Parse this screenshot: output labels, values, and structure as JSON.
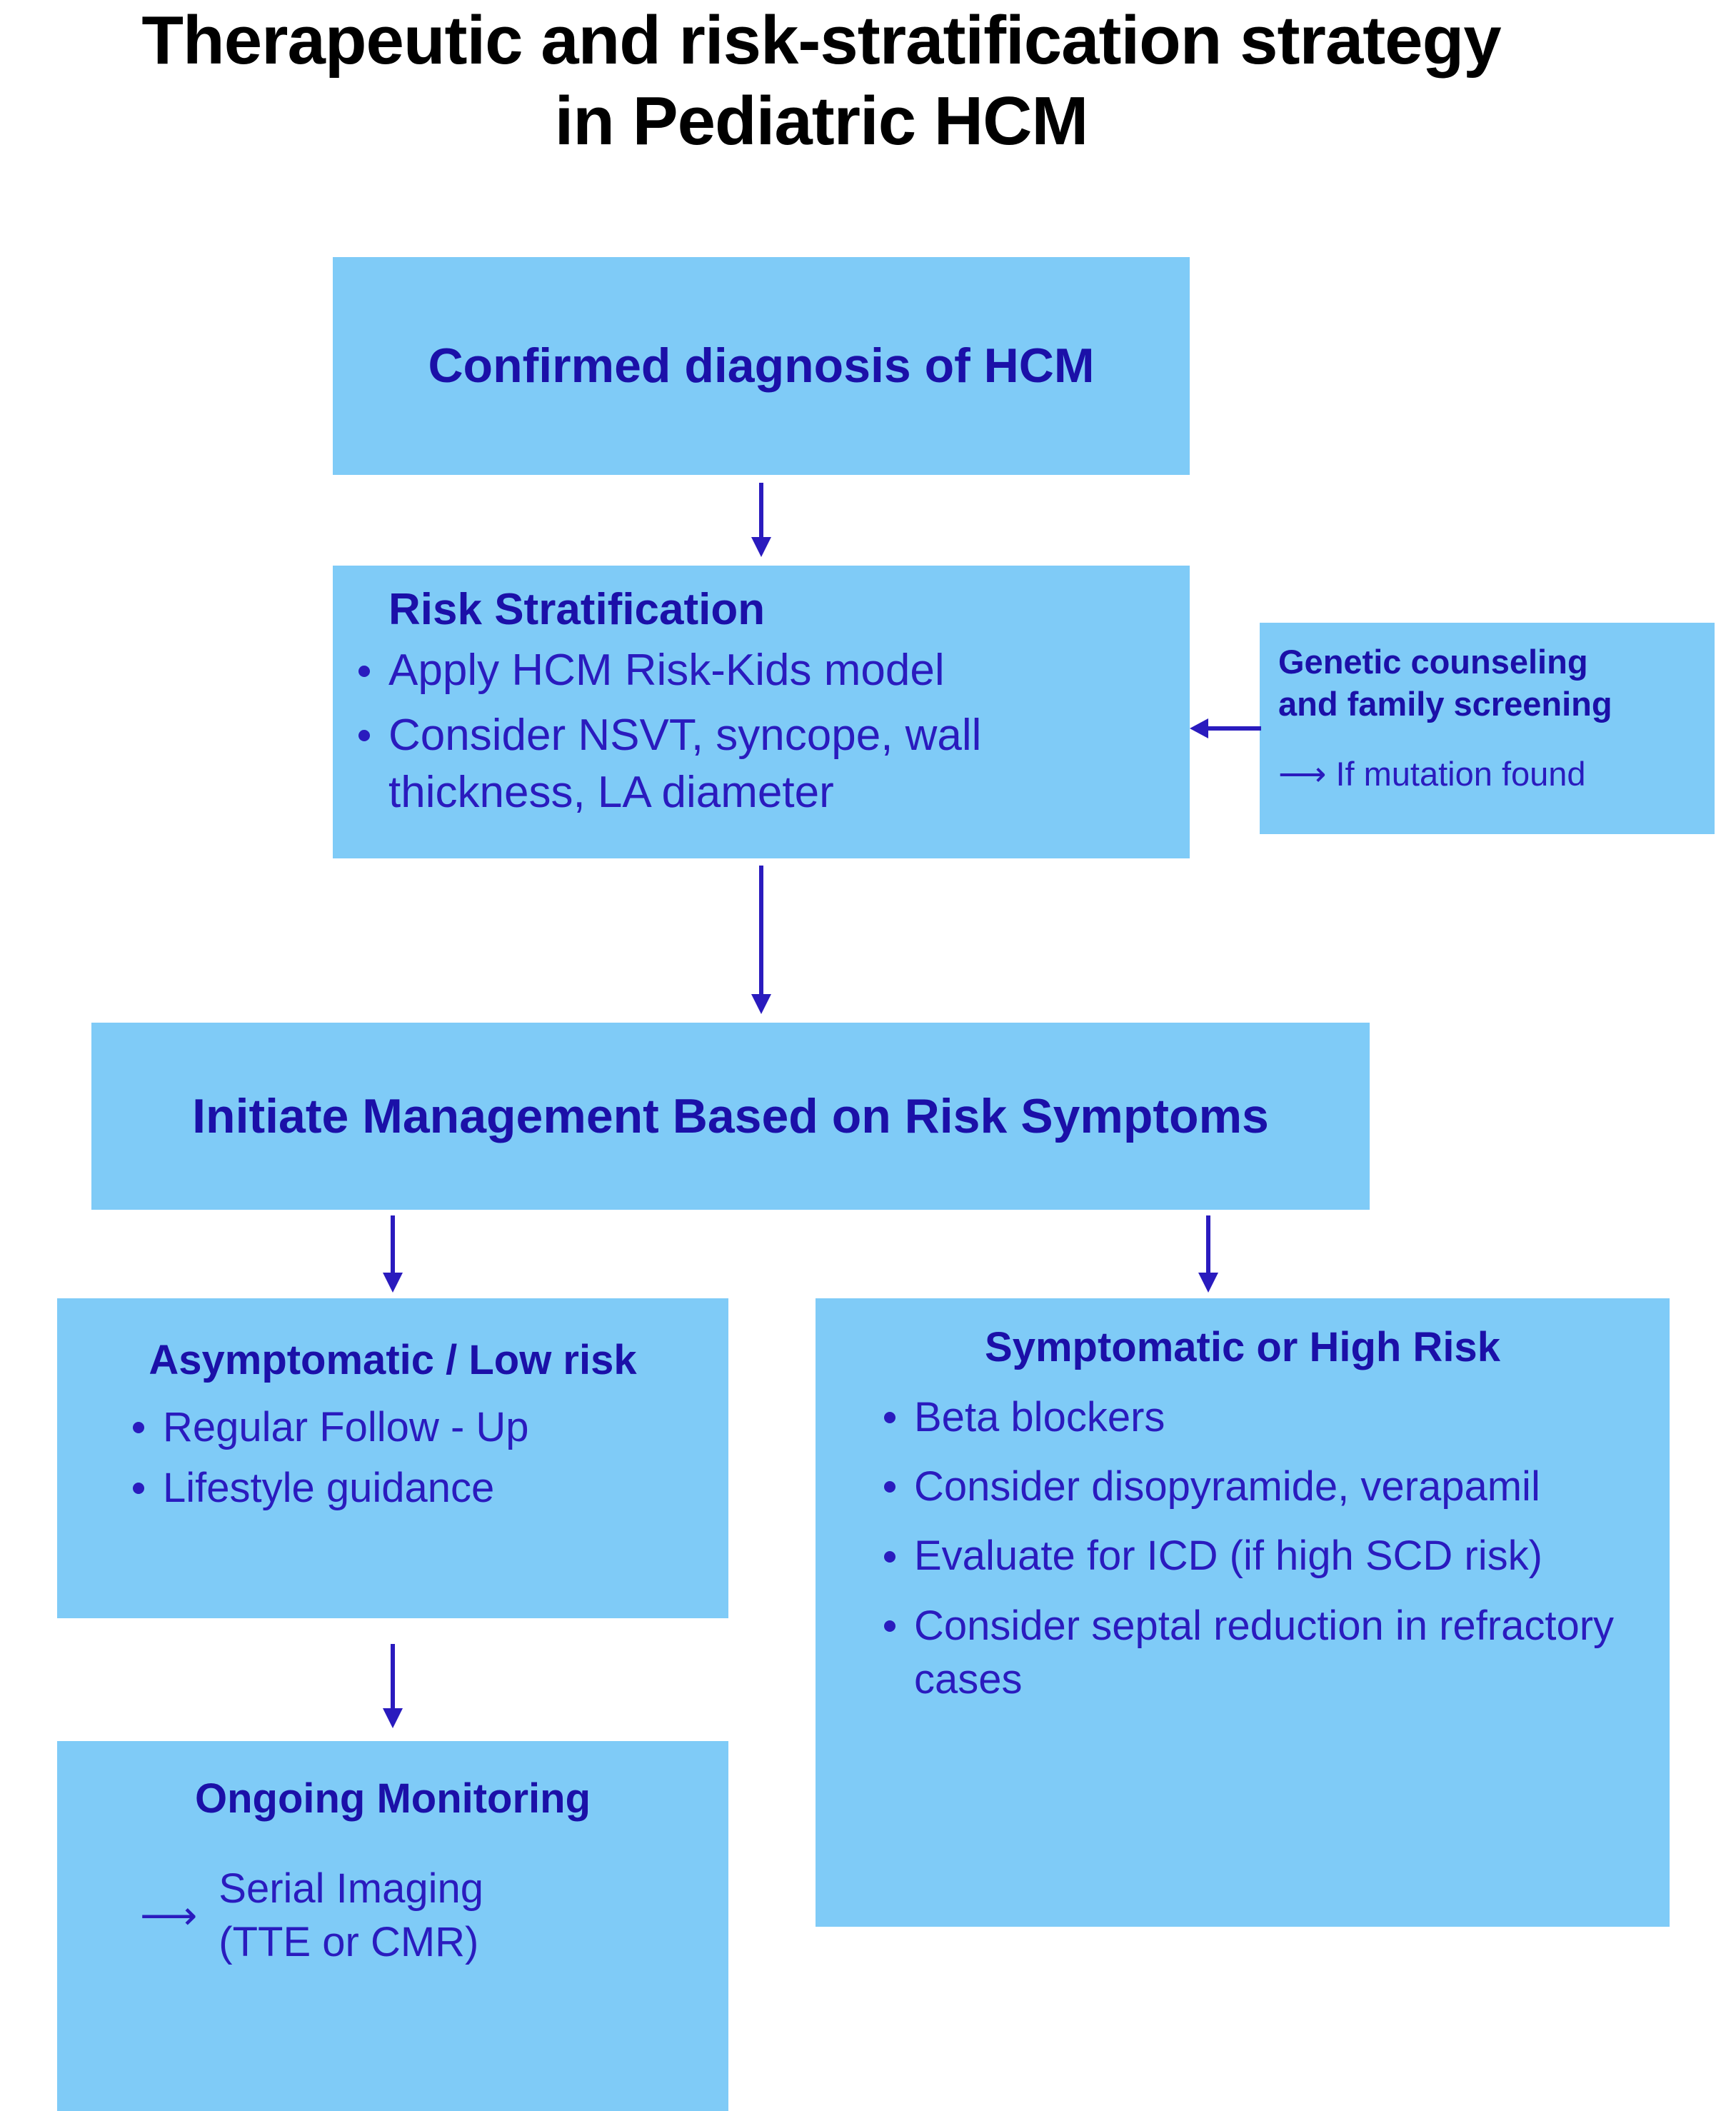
{
  "title": {
    "line1": "Therapeutic and risk-stratification strategy",
    "line2": "in Pediatric HCM"
  },
  "colors": {
    "box_fill": "#7FCBF7",
    "heading_text": "#1B10A8",
    "body_text": "#2A1BBE",
    "arrow": "#2A1BBE",
    "title_text": "#000000",
    "background": "#FFFFFF"
  },
  "nodes": {
    "diagnosis": {
      "heading": "Confirmed diagnosis of HCM"
    },
    "risk_stratification": {
      "heading": "Risk Stratification",
      "bullets": [
        "Apply HCM Risk-Kids model",
        "Consider NSVT, syncope, wall thickness, LA diameter"
      ]
    },
    "genetic_counseling": {
      "heading_line1": "Genetic counseling",
      "heading_line2": "and family screening",
      "arrow_glyph": "⟶",
      "sub_text": "If mutation found"
    },
    "initiate_management": {
      "heading": "Initiate Management Based on Risk Symptoms"
    },
    "low_risk": {
      "heading": "Asymptomatic / Low risk",
      "bullets": [
        "Regular Follow - Up",
        "Lifestyle guidance"
      ]
    },
    "high_risk": {
      "heading": "Symptomatic or High Risk",
      "bullets": [
        "Beta blockers",
        "Consider disopyramide, verapamil",
        "Evaluate for ICD (if high SCD risk)",
        "Consider septal reduction in refractory cases"
      ]
    },
    "ongoing_monitoring": {
      "heading": "Ongoing Monitoring",
      "arrow_glyph": "⟶",
      "detail_line1": "Serial Imaging",
      "detail_line2": "(TTE or CMR)"
    }
  },
  "edges": [
    {
      "id": "diagnosis-to-risk",
      "from": "diagnosis",
      "to": "risk_stratification",
      "direction": "down"
    },
    {
      "id": "risk-to-initiate",
      "from": "risk_stratification",
      "to": "initiate_management",
      "direction": "down"
    },
    {
      "id": "genetic-to-risk",
      "from": "genetic_counseling",
      "to": "risk_stratification",
      "direction": "left"
    },
    {
      "id": "initiate-to-low-risk",
      "from": "initiate_management",
      "to": "low_risk",
      "direction": "down"
    },
    {
      "id": "initiate-to-high-risk",
      "from": "initiate_management",
      "to": "high_risk",
      "direction": "down"
    },
    {
      "id": "low-risk-to-monitoring",
      "from": "low_risk",
      "to": "ongoing_monitoring",
      "direction": "down"
    }
  ]
}
